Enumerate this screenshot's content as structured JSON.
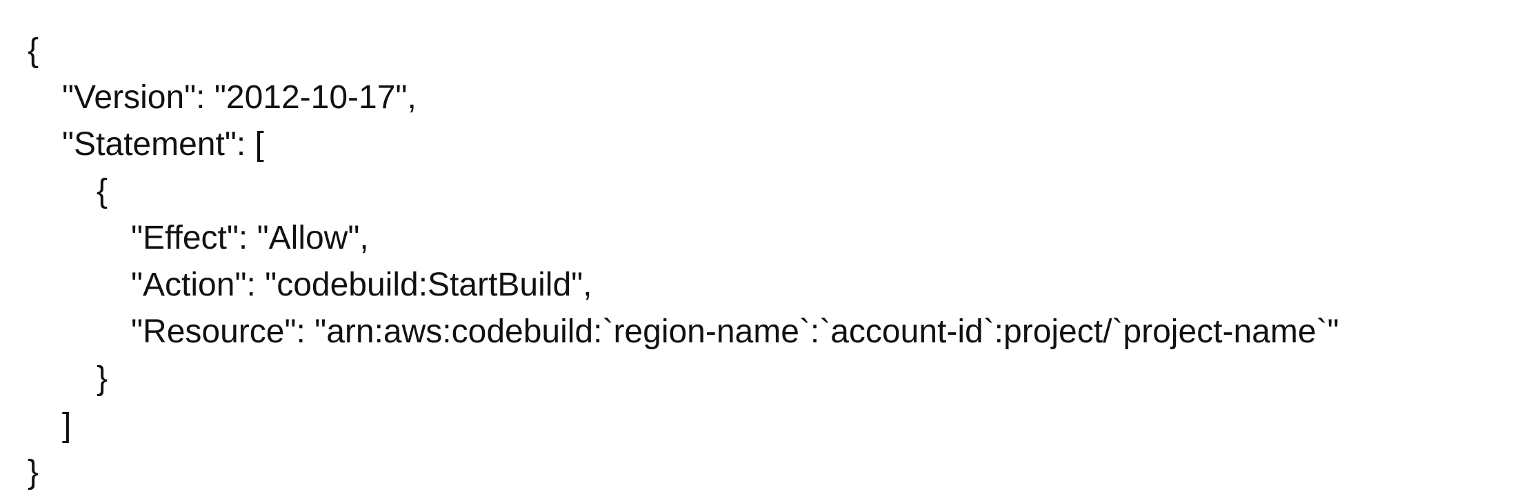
{
  "document": {
    "lines": [
      {
        "text": "{",
        "indent": 0
      },
      {
        "text": "\"Version\": \"2012-10-17\",",
        "indent": 1
      },
      {
        "text": "\"Statement\": [",
        "indent": 1
      },
      {
        "text": "{",
        "indent": 2
      },
      {
        "text": "\"Effect\": \"Allow\",",
        "indent": 3
      },
      {
        "text": "\"Action\": \"codebuild:StartBuild\",",
        "indent": 3
      },
      {
        "text": "\"Resource\": \"arn:aws:codebuild:`region-name`:`account-id`:project/`project-name`\"",
        "indent": 3
      },
      {
        "text": "}",
        "indent": 2
      },
      {
        "text": "]",
        "indent": 1
      },
      {
        "text": "}",
        "indent": 0
      }
    ]
  },
  "colors": {
    "background": "#ffffff",
    "text": "#111111"
  }
}
